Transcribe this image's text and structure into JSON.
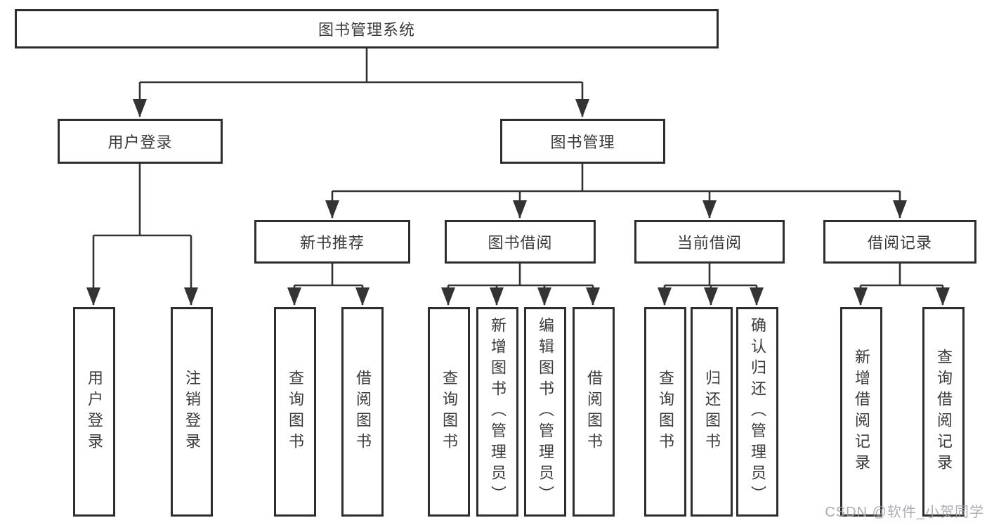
{
  "colors": {
    "line": "#333333",
    "box_border": "#2e2e2e",
    "box_fill": "#ffffff",
    "text": "#3a3a3a",
    "watermark": "#9e9ea8"
  },
  "watermark": {
    "text": "CSDN @软件_小贺同学"
  },
  "tree": {
    "root": "图书管理系统",
    "login": {
      "label": "用户登录",
      "leaves": [
        "用户登录",
        "注销登录"
      ]
    },
    "management": {
      "label": "图书管理",
      "groups": [
        {
          "label": "新书推荐",
          "leaves": [
            "查询图书",
            "借阅图书"
          ]
        },
        {
          "label": "图书借阅",
          "leaves": [
            "查询图书",
            "新增图书（管理员）",
            "编辑图书（管理员）",
            "借阅图书"
          ]
        },
        {
          "label": "当前借阅",
          "leaves": [
            "查询图书",
            "归还图书",
            "确认归还（管理员）"
          ]
        },
        {
          "label": "借阅记录",
          "leaves": [
            "新增借阅记录",
            "查询借阅记录"
          ]
        }
      ]
    }
  }
}
